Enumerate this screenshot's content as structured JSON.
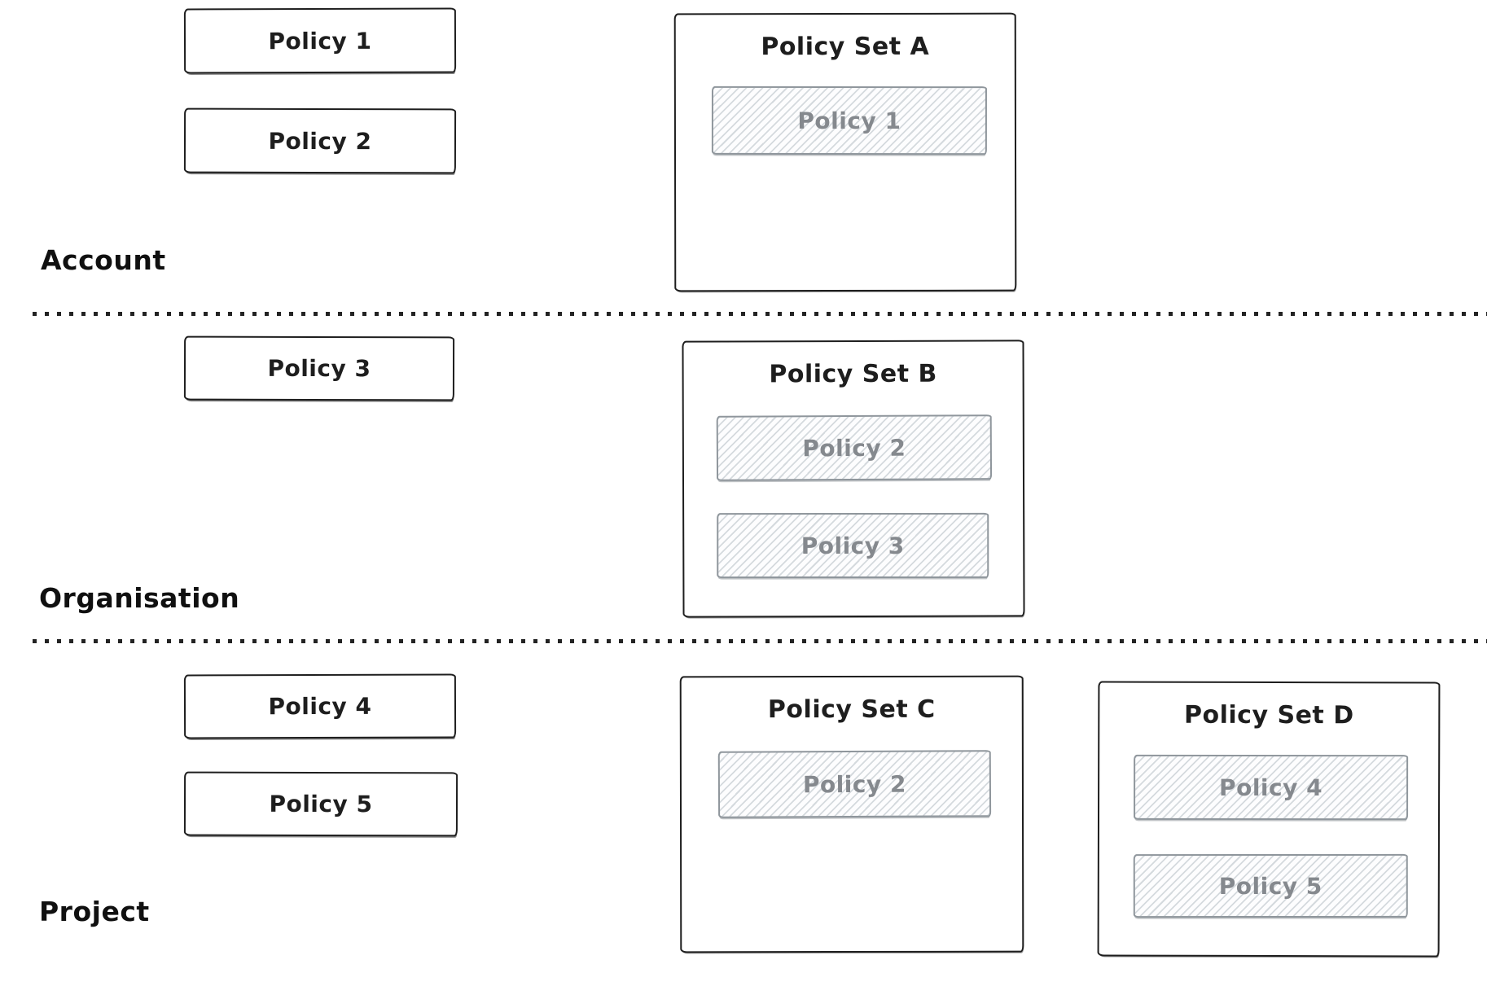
{
  "colors": {
    "ink": "#1e1e1e",
    "muted_text": "#85898e",
    "hatch_line": "#d5dade",
    "hatch_border": "#8f969c",
    "bg": "#ffffff"
  },
  "diagram_type": "policy-hierarchy-sketch",
  "tiers": [
    {
      "label": "Account",
      "policies": [
        "Policy 1",
        "Policy 2"
      ],
      "sets": [
        {
          "title": "Policy Set A",
          "members": [
            "Policy 1"
          ]
        }
      ]
    },
    {
      "label": "Organisation",
      "policies": [
        "Policy 3"
      ],
      "sets": [
        {
          "title": "Policy Set B",
          "members": [
            "Policy 2",
            "Policy 3"
          ]
        }
      ]
    },
    {
      "label": "Project",
      "policies": [
        "Policy 4",
        "Policy 5"
      ],
      "sets": [
        {
          "title": "Policy Set C",
          "members": [
            "Policy 2"
          ]
        },
        {
          "title": "Policy Set D",
          "members": [
            "Policy 4",
            "Policy 5"
          ]
        }
      ]
    }
  ]
}
